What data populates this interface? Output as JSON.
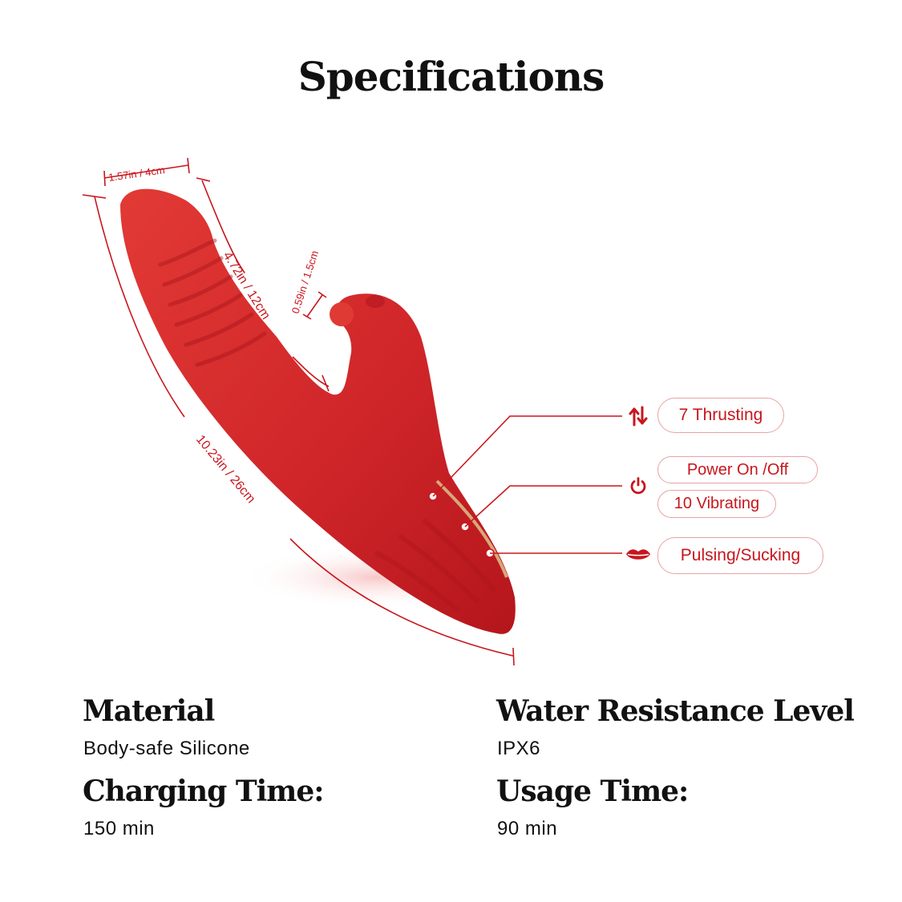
{
  "title": "Specifications",
  "dimensions": {
    "head_width": "1.57in / 4cm",
    "insertable_length": "4.72in / 12cm",
    "tongue_width": "0.59in / 1.5cm",
    "total_length": "10.23in / 26cm"
  },
  "features": {
    "thrusting": "7 Thrusting",
    "power": "Power On /Off",
    "vibrating": "10 Vibrating",
    "sucking": "Pulsing/Sucking"
  },
  "icons": {
    "thrust": "thrust-arrows-icon",
    "power": "power-icon",
    "lips": "lips-icon"
  },
  "specs": {
    "material_label": "Material",
    "material_value": "Body-safe Silicone",
    "water_label": "Water Resistance Level",
    "water_value": "IPX6",
    "charging_label": "Charging Time:",
    "charging_value": "150 min",
    "usage_label": "Usage Time:",
    "usage_value": "90 min"
  },
  "colors": {
    "accent": "#c8161d",
    "product": "#d42a2a",
    "pill_border": "#e8a3a3"
  }
}
